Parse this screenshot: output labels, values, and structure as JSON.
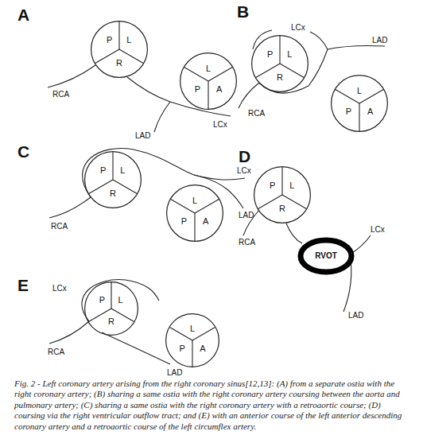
{
  "diagram": {
    "caption": "Fig. 2 - Left coronary artery arising from the right coronary sinus[12,13]: (A) from a separate ostia with the right coronary artery; (B) sharing a same ostia with the right coronary artery coursing between the aorta and pulmonary artery; (C) sharing a same ostia with the right coronary artery with a retroaortic course; (D) coursing via the right ventricular outflow tract; and (E) with an anterior course of the left anterior descending coronary artery and a retroaortic course of the left circumflex artery.",
    "nodes": [
      {
        "text": [
          "P",
          "L",
          "R"
        ]
      },
      {
        "text": [
          "L",
          "P",
          "A"
        ]
      },
      {
        "text": [
          "P",
          "L",
          "R"
        ]
      },
      {
        "text": [
          "L",
          "P",
          "A"
        ]
      },
      {
        "text": [
          "P",
          "L",
          "R"
        ]
      },
      {
        "text": [
          "L",
          "P",
          "A"
        ]
      },
      {
        "text": [
          "P",
          "L",
          "R"
        ]
      },
      {
        "text": [
          "RVOT"
        ]
      },
      {
        "text": [
          "P",
          "L",
          "R"
        ]
      },
      {
        "text": [
          "L",
          "P",
          "A"
        ]
      }
    ],
    "labels": [
      "A",
      "RCA",
      "LCx",
      "LAD",
      "B",
      "LCx",
      "LAD",
      "RCA",
      "C",
      "LCx",
      "LAD",
      "RCA",
      "D",
      "LCx",
      "RCA",
      "LAD",
      "E",
      "LCx",
      "RCA",
      "LAD"
    ]
  }
}
